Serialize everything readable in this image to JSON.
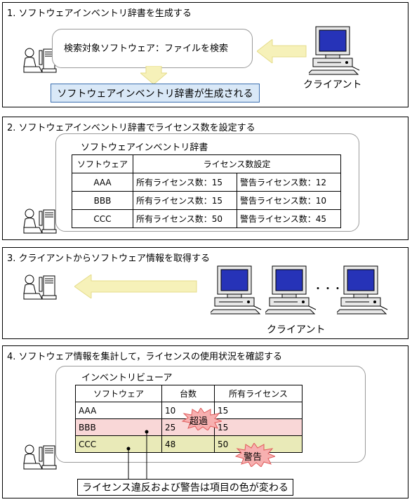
{
  "step1": {
    "title": "1. ソフトウェアインベントリ辞書を生成する",
    "bubble_text": "検索対象ソフトウェア：ファイルを検索",
    "result_text": "ソフトウェアインベントリ辞書が生成される",
    "client_label": "クライアント"
  },
  "step2": {
    "title": "2. ソフトウェアインベントリ辞書でライセンス数を設定する",
    "dict_title": "ソフトウェアインベントリ辞書",
    "headers": {
      "software": "ソフトウェア",
      "license_setting": "ライセンス数設定"
    },
    "rows": [
      {
        "name": "AAA",
        "owned": "所有ライセンス数：15",
        "warn": "警告ライセンス数：12"
      },
      {
        "name": "BBB",
        "owned": "所有ライセンス数：15",
        "warn": "警告ライセンス数：10"
      },
      {
        "name": "CCC",
        "owned": "所有ライセンス数：50",
        "warn": "警告ライセンス数：45"
      }
    ]
  },
  "step3": {
    "title": "3. クライアントからソフトウェア情報を取得する",
    "ellipsis": "・・・",
    "client_label": "クライアント"
  },
  "step4": {
    "title": "4. ソフトウェア情報を集計して，ライセンスの使用状況を確認する",
    "viewer_title": "インベントリビューア",
    "headers": {
      "software": "ソフトウェア",
      "count": "台数",
      "owned": "所有ライセンス"
    },
    "rows": [
      {
        "name": "AAA",
        "count": "10",
        "owned": "15"
      },
      {
        "name": "BBB",
        "count": "25",
        "owned": "15"
      },
      {
        "name": "CCC",
        "count": "48",
        "owned": "50"
      }
    ],
    "badge_over": "超過",
    "badge_warn": "警告",
    "note": "ライセンス違反および警告は項目の色が変わる",
    "colors": {
      "over_row": "#f9d7d7",
      "warn_row": "#e9eab8",
      "badge": "#f7b0b0"
    }
  }
}
